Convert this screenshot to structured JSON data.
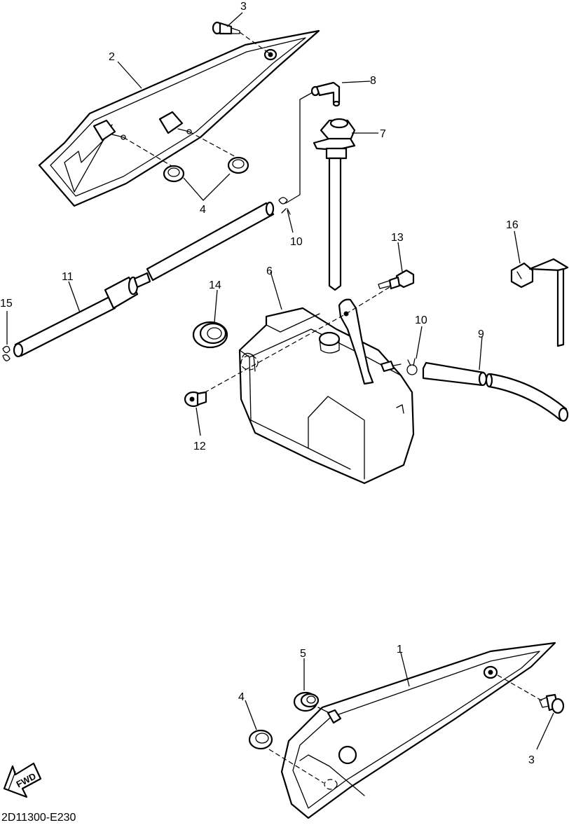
{
  "diagram": {
    "reference_code": "2D11300-E230",
    "fwd_label": "FWD",
    "callouts": {
      "c1": "1",
      "c2": "2",
      "c3_top": "3",
      "c3_bottom": "3",
      "c4_top": "4",
      "c4_bottom": "4",
      "c5": "5",
      "c6": "6",
      "c7": "7",
      "c8": "8",
      "c9": "9",
      "c10_top": "10",
      "c10_right": "10",
      "c11": "11",
      "c12": "12",
      "c13": "13",
      "c14": "14",
      "c15": "15",
      "c16": "16"
    }
  }
}
